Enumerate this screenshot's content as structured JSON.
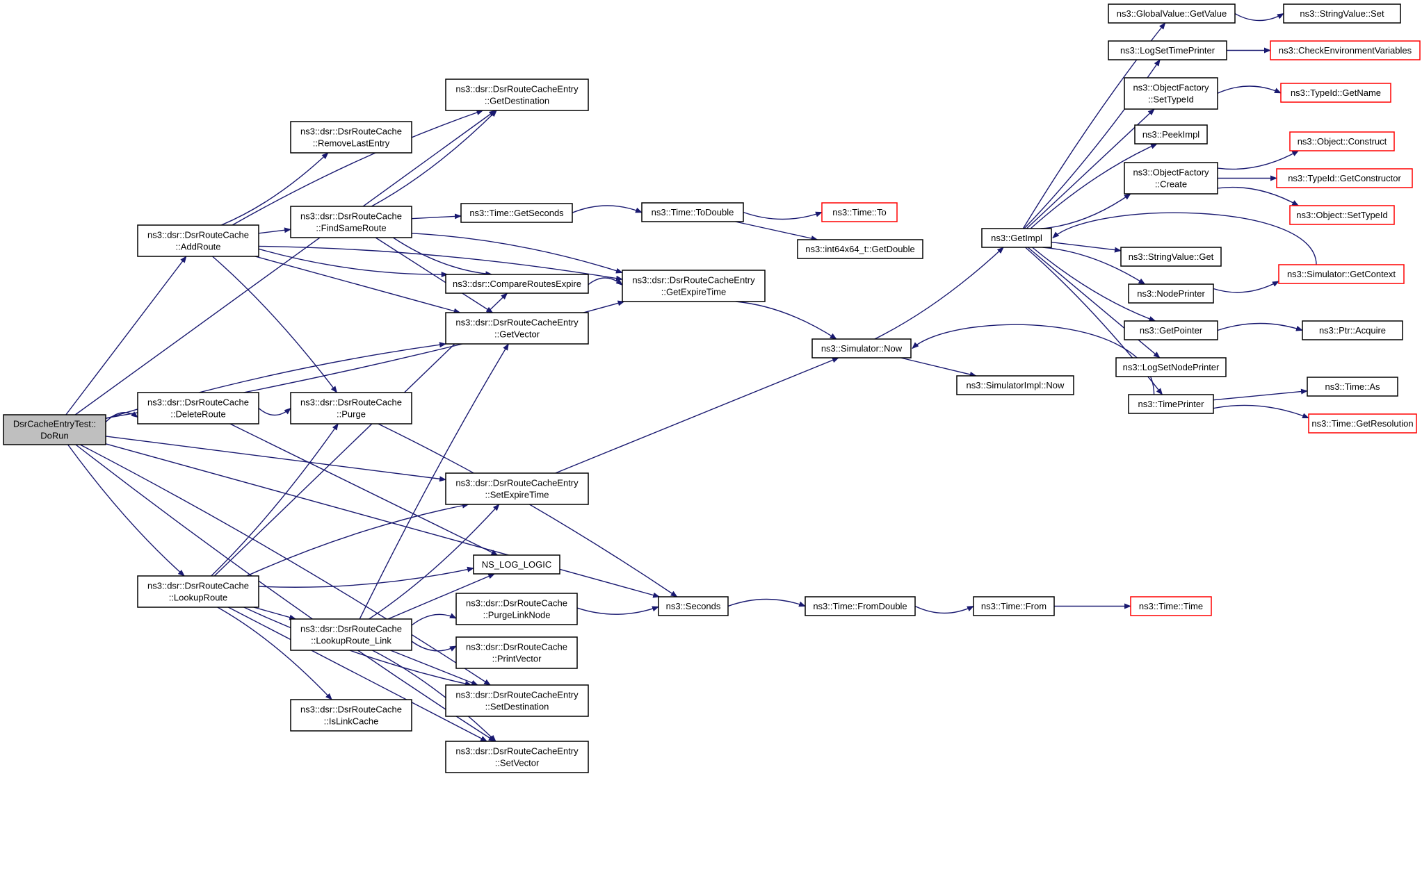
{
  "graph": {
    "nodes": [
      {
        "id": "root",
        "lines": [
          "DsrCacheEntryTest::",
          "DoRun"
        ],
        "root": true
      },
      {
        "id": "addRoute",
        "lines": [
          "ns3::dsr::DsrRouteCache",
          "::AddRoute"
        ]
      },
      {
        "id": "deleteRoute",
        "lines": [
          "ns3::dsr::DsrRouteCache",
          "::DeleteRoute"
        ]
      },
      {
        "id": "lookupRoute",
        "lines": [
          "ns3::dsr::DsrRouteCache",
          "::LookupRoute"
        ]
      },
      {
        "id": "getDestination",
        "lines": [
          "ns3::dsr::DsrRouteCacheEntry",
          "::GetDestination"
        ]
      },
      {
        "id": "removeLastEntry",
        "lines": [
          "ns3::dsr::DsrRouteCache",
          "::RemoveLastEntry"
        ]
      },
      {
        "id": "findSameRoute",
        "lines": [
          "ns3::dsr::DsrRouteCache",
          "::FindSameRoute"
        ]
      },
      {
        "id": "compareRoutesExpire",
        "lines": [
          "ns3::dsr::CompareRoutesExpire"
        ]
      },
      {
        "id": "getVector",
        "lines": [
          "ns3::dsr::DsrRouteCacheEntry",
          "::GetVector"
        ]
      },
      {
        "id": "purge",
        "lines": [
          "ns3::dsr::DsrRouteCache",
          "::Purge"
        ]
      },
      {
        "id": "setExpireTime",
        "lines": [
          "ns3::dsr::DsrRouteCacheEntry",
          "::SetExpireTime"
        ]
      },
      {
        "id": "nsLogLogic",
        "lines": [
          "NS_LOG_LOGIC"
        ]
      },
      {
        "id": "lookupRouteLink",
        "lines": [
          "ns3::dsr::DsrRouteCache",
          "::LookupRoute_Link"
        ]
      },
      {
        "id": "purgeLinkNode",
        "lines": [
          "ns3::dsr::DsrRouteCache",
          "::PurgeLinkNode"
        ]
      },
      {
        "id": "printVector",
        "lines": [
          "ns3::dsr::DsrRouteCache",
          "::PrintVector"
        ]
      },
      {
        "id": "setDestination",
        "lines": [
          "ns3::dsr::DsrRouteCacheEntry",
          "::SetDestination"
        ]
      },
      {
        "id": "isLinkCache",
        "lines": [
          "ns3::dsr::DsrRouteCache",
          "::IsLinkCache"
        ]
      },
      {
        "id": "setVector",
        "lines": [
          "ns3::dsr::DsrRouteCacheEntry",
          "::SetVector"
        ]
      },
      {
        "id": "getSeconds",
        "lines": [
          "ns3::Time::GetSeconds"
        ]
      },
      {
        "id": "getExpireTime",
        "lines": [
          "ns3::dsr::DsrRouteCacheEntry",
          "::GetExpireTime"
        ]
      },
      {
        "id": "toDouble",
        "lines": [
          "ns3::Time::ToDouble"
        ]
      },
      {
        "id": "timeTo",
        "lines": [
          "ns3::Time::To"
        ],
        "truncated": true
      },
      {
        "id": "getDouble",
        "lines": [
          "ns3::int64x64_t::GetDouble"
        ]
      },
      {
        "id": "simNow",
        "lines": [
          "ns3::Simulator::Now"
        ]
      },
      {
        "id": "simImplNow",
        "lines": [
          "ns3::SimulatorImpl::Now"
        ]
      },
      {
        "id": "seconds",
        "lines": [
          "ns3::Seconds"
        ]
      },
      {
        "id": "fromDouble",
        "lines": [
          "ns3::Time::FromDouble"
        ]
      },
      {
        "id": "timeFrom",
        "lines": [
          "ns3::Time::From"
        ]
      },
      {
        "id": "timeTime",
        "lines": [
          "ns3::Time::Time"
        ],
        "truncated": true
      },
      {
        "id": "getImpl",
        "lines": [
          "ns3::GetImpl"
        ]
      },
      {
        "id": "globalValueGetValue",
        "lines": [
          "ns3::GlobalValue::GetValue"
        ]
      },
      {
        "id": "stringValueSet",
        "lines": [
          "ns3::StringValue::Set"
        ]
      },
      {
        "id": "logSetTimePrinter",
        "lines": [
          "ns3::LogSetTimePrinter"
        ]
      },
      {
        "id": "checkEnvVars",
        "lines": [
          "ns3::CheckEnvironmentVariables"
        ],
        "truncated": true
      },
      {
        "id": "objFactorySetTypeId",
        "lines": [
          "ns3::ObjectFactory",
          "::SetTypeId"
        ]
      },
      {
        "id": "typeIdGetName",
        "lines": [
          "ns3::TypeId::GetName"
        ],
        "truncated": true
      },
      {
        "id": "peekImpl",
        "lines": [
          "ns3::PeekImpl"
        ]
      },
      {
        "id": "objFactoryCreate",
        "lines": [
          "ns3::ObjectFactory",
          "::Create"
        ]
      },
      {
        "id": "objectConstruct",
        "lines": [
          "ns3::Object::Construct"
        ],
        "truncated": true
      },
      {
        "id": "typeIdGetConstructor",
        "lines": [
          "ns3::TypeId::GetConstructor"
        ],
        "truncated": true
      },
      {
        "id": "objectSetTypeId",
        "lines": [
          "ns3::Object::SetTypeId"
        ],
        "truncated": true
      },
      {
        "id": "stringValueGet",
        "lines": [
          "ns3::StringValue::Get"
        ]
      },
      {
        "id": "nodePrinter",
        "lines": [
          "ns3::NodePrinter"
        ]
      },
      {
        "id": "simGetContext",
        "lines": [
          "ns3::Simulator::GetContext"
        ],
        "truncated": true
      },
      {
        "id": "getPointer",
        "lines": [
          "ns3::GetPointer"
        ]
      },
      {
        "id": "ptrAcquire",
        "lines": [
          "ns3::Ptr::Acquire"
        ]
      },
      {
        "id": "logSetNodePrinter",
        "lines": [
          "ns3::LogSetNodePrinter"
        ]
      },
      {
        "id": "timePrinter",
        "lines": [
          "ns3::TimePrinter"
        ]
      },
      {
        "id": "timeAs",
        "lines": [
          "ns3::Time::As"
        ]
      },
      {
        "id": "timeGetResolution",
        "lines": [
          "ns3::Time::GetResolution"
        ],
        "truncated": true
      }
    ],
    "edges": [
      [
        "root",
        "addRoute"
      ],
      [
        "root",
        "deleteRoute"
      ],
      [
        "root",
        "lookupRoute"
      ],
      [
        "root",
        "getDestination"
      ],
      [
        "root",
        "getVector"
      ],
      [
        "root",
        "getExpireTime"
      ],
      [
        "root",
        "setExpireTime"
      ],
      [
        "root",
        "setDestination"
      ],
      [
        "root",
        "setVector"
      ],
      [
        "root",
        "seconds"
      ],
      [
        "addRoute",
        "getDestination"
      ],
      [
        "addRoute",
        "removeLastEntry"
      ],
      [
        "addRoute",
        "findSameRoute"
      ],
      [
        "addRoute",
        "getExpireTime"
      ],
      [
        "addRoute",
        "compareRoutesExpire"
      ],
      [
        "addRoute",
        "getVector"
      ],
      [
        "addRoute",
        "purge"
      ],
      [
        "findSameRoute",
        "getDestination"
      ],
      [
        "findSameRoute",
        "getSeconds"
      ],
      [
        "findSameRoute",
        "getExpireTime"
      ],
      [
        "findSameRoute",
        "compareRoutesExpire"
      ],
      [
        "findSameRoute",
        "getVector"
      ],
      [
        "compareRoutesExpire",
        "getExpireTime"
      ],
      [
        "deleteRoute",
        "purge"
      ],
      [
        "deleteRoute",
        "nsLogLogic"
      ],
      [
        "purge",
        "seconds"
      ],
      [
        "lookupRoute",
        "purge"
      ],
      [
        "lookupRoute",
        "compareRoutesExpire"
      ],
      [
        "lookupRoute",
        "setExpireTime"
      ],
      [
        "lookupRoute",
        "nsLogLogic"
      ],
      [
        "lookupRoute",
        "lookupRouteLink"
      ],
      [
        "lookupRoute",
        "isLinkCache"
      ],
      [
        "lookupRoute",
        "setDestination"
      ],
      [
        "lookupRoute",
        "setVector"
      ],
      [
        "lookupRouteLink",
        "getVector"
      ],
      [
        "lookupRouteLink",
        "setExpireTime"
      ],
      [
        "lookupRouteLink",
        "nsLogLogic"
      ],
      [
        "lookupRouteLink",
        "purgeLinkNode"
      ],
      [
        "lookupRouteLink",
        "printVector"
      ],
      [
        "lookupRouteLink",
        "setDestination"
      ],
      [
        "lookupRouteLink",
        "setVector"
      ],
      [
        "purgeLinkNode",
        "seconds"
      ],
      [
        "setExpireTime",
        "simNow"
      ],
      [
        "getSeconds",
        "toDouble"
      ],
      [
        "toDouble",
        "timeTo"
      ],
      [
        "toDouble",
        "getDouble"
      ],
      [
        "getExpireTime",
        "simNow"
      ],
      [
        "simNow",
        "getImpl"
      ],
      [
        "simNow",
        "simImplNow"
      ],
      [
        "seconds",
        "fromDouble"
      ],
      [
        "fromDouble",
        "timeFrom"
      ],
      [
        "timeFrom",
        "timeTime"
      ],
      [
        "getImpl",
        "globalValueGetValue"
      ],
      [
        "getImpl",
        "logSetTimePrinter"
      ],
      [
        "getImpl",
        "objFactorySetTypeId"
      ],
      [
        "getImpl",
        "peekImpl"
      ],
      [
        "getImpl",
        "objFactoryCreate"
      ],
      [
        "getImpl",
        "stringValueGet"
      ],
      [
        "getImpl",
        "nodePrinter"
      ],
      [
        "getImpl",
        "getPointer"
      ],
      [
        "getImpl",
        "logSetNodePrinter"
      ],
      [
        "getImpl",
        "timePrinter"
      ],
      [
        "globalValueGetValue",
        "stringValueSet"
      ],
      [
        "logSetTimePrinter",
        "checkEnvVars"
      ],
      [
        "objFactorySetTypeId",
        "typeIdGetName"
      ],
      [
        "objFactoryCreate",
        "objectConstruct"
      ],
      [
        "objFactoryCreate",
        "typeIdGetConstructor"
      ],
      [
        "objFactoryCreate",
        "objectSetTypeId"
      ],
      [
        "nodePrinter",
        "simGetContext"
      ],
      [
        "simGetContext",
        "getImpl"
      ],
      [
        "getPointer",
        "ptrAcquire"
      ],
      [
        "timePrinter",
        "simNow"
      ],
      [
        "timePrinter",
        "timeAs"
      ],
      [
        "timePrinter",
        "timeGetResolution"
      ]
    ]
  }
}
